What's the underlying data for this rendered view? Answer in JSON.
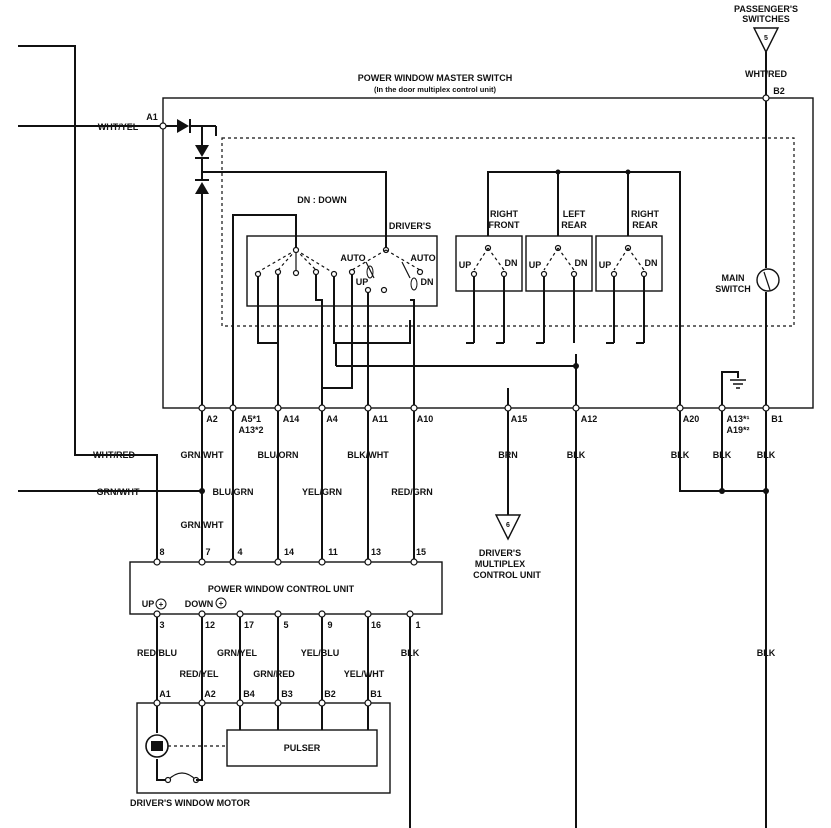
{
  "master_switch": {
    "title": "POWER WINDOW MASTER SWITCH",
    "subtitle": "(In the door multiplex control unit)",
    "dn_legend": "DN : DOWN",
    "drivers": "DRIVER'S",
    "auto1": "AUTO",
    "auto2": "AUTO",
    "up": "UP",
    "dn": "DN",
    "right_front": [
      "RIGHT",
      "FRONT"
    ],
    "left_rear": [
      "LEFT",
      "REAR"
    ],
    "right_rear": [
      "RIGHT",
      "REAR"
    ],
    "main_switch": [
      "MAIN",
      "SWITCH"
    ],
    "sub_up": "UP",
    "sub_dn": "DN",
    "pins": {
      "a1": "A1",
      "b2": "B2",
      "a2": "A2",
      "a5_1": "A5*1",
      "a13_2": "A13*2",
      "a14": "A14",
      "a4": "A4",
      "a11": "A11",
      "a10": "A10",
      "a15": "A15",
      "a12": "A12",
      "a20": "A20",
      "a13_1": "A13*¹",
      "a19_2": "A19*²",
      "b1": "B1"
    }
  },
  "passenger_switches": {
    "label": [
      "PASSENGER'S",
      "SWITCHES"
    ],
    "connector": "5"
  },
  "multiplex_unit": {
    "label": [
      "DRIVER'S",
      "MULTIPLEX",
      "CONTROL UNIT"
    ],
    "connector": "6"
  },
  "wires": {
    "wht_yel": "WHT/YEL",
    "wht_red_top": "WHT/RED",
    "wht_red_left": "WHT/RED",
    "grn_wht_left": "GRN/WHT",
    "grn_wht_a2": "GRN/WHT",
    "grn_wht_7": "GRN/WHT",
    "blu_grn": "BLU/GRN",
    "blu_orn": "BLU/ORN",
    "yel_grn": "YEL/GRN",
    "blk_wht": "BLK/WHT",
    "red_grn": "RED/GRN",
    "brn": "BRN",
    "blk_a12": "BLK",
    "blk_a20": "BLK",
    "blk_a13": "BLK",
    "blk_b1": "BLK",
    "blk_1": "BLK",
    "blk_lower": "BLK",
    "red_blu": "RED/BLU",
    "red_yel": "RED/YEL",
    "grn_yel": "GRN/YEL",
    "grn_red": "GRN/RED",
    "yel_blu": "YEL/BLU",
    "yel_wht": "YEL/WHT"
  },
  "control_unit": {
    "title": "POWER WINDOW CONTROL UNIT",
    "up_label": "UP",
    "down_label": "DOWN",
    "top_pins": [
      "8",
      "7",
      "4",
      "14",
      "11",
      "13",
      "15"
    ],
    "bottom_pins": [
      "3",
      "12",
      "17",
      "5",
      "9",
      "16",
      "1"
    ]
  },
  "motor": {
    "label": "DRIVER'S WINDOW MOTOR",
    "pulser": "PULSER",
    "pins": [
      "A1",
      "A2",
      "B4",
      "B3",
      "B2",
      "B1"
    ]
  }
}
